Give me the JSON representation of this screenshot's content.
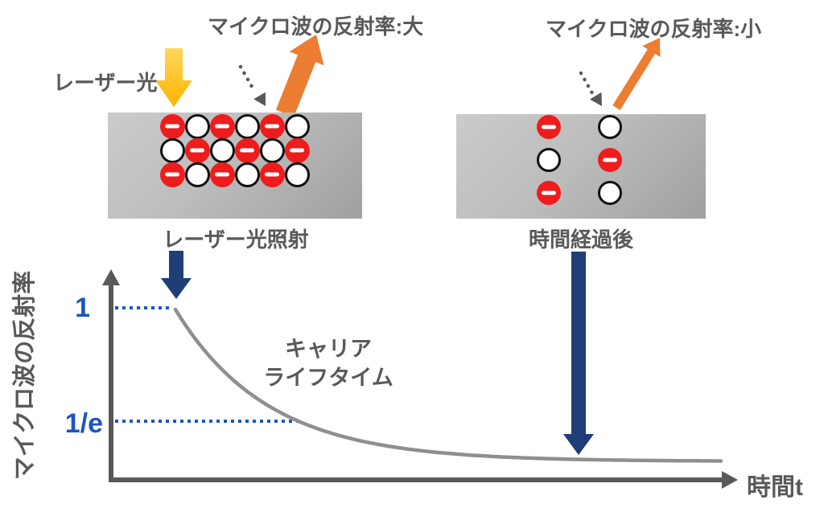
{
  "colors": {
    "text_gray": "#595959",
    "blue": "#1b56bd",
    "navy": "#1f3e78",
    "orange": "#ed7d31",
    "yellow_top": "#ffd65a",
    "yellow_bottom": "#ffb300",
    "red": "#ee1c1c",
    "axis": "#595959",
    "curve": "#8f8f8f"
  },
  "left_panel": {
    "reflect_label": "マイクロ波の反射率:大",
    "laser_label": "レーザー光",
    "caption": "レーザー光照射",
    "carrier_rows": [
      "RWRWRW",
      "WRWRWR",
      "RWRWRW"
    ]
  },
  "right_panel": {
    "reflect_label": "マイクロ波の反射率:小",
    "caption": "時間経過後",
    "carrier_rows": [
      "RW",
      "WR",
      "RW"
    ]
  },
  "graph": {
    "y_axis_label": "マイクロ波の反射率",
    "x_axis_label": "時間t",
    "y_tick_top": "1",
    "y_tick_1e": "1/e",
    "annotation": [
      "キャリア",
      "ライフタイム"
    ]
  },
  "chart_data": {
    "type": "line",
    "title": "",
    "xlabel": "時間t",
    "ylabel": "マイクロ波の反射率",
    "series": [
      {
        "name": "microwave-reflectance-decay",
        "model": "y = exp(-t/tau)",
        "x_relative": [
          0,
          0.25,
          0.5,
          1,
          1.5,
          2,
          3,
          4.4
        ],
        "values": [
          1,
          0.78,
          0.61,
          0.37,
          0.22,
          0.14,
          0.05,
          0.01
        ]
      }
    ],
    "y_markers": [
      {
        "label": "1",
        "value": 1
      },
      {
        "label": "1/e",
        "value": 0.368
      }
    ],
    "annotations": [
      "キャリア",
      "ライフタイム"
    ],
    "grid": false,
    "legend": false
  }
}
